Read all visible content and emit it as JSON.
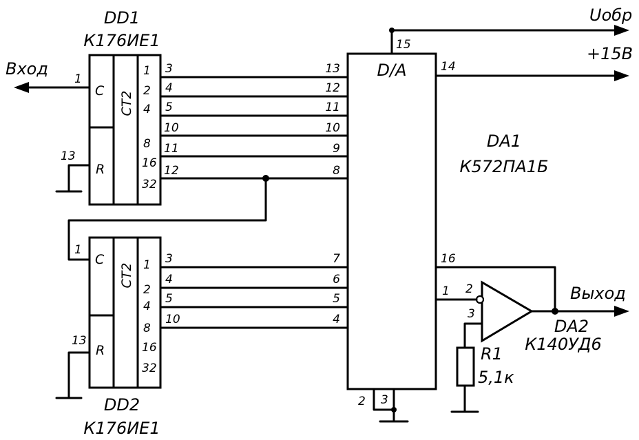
{
  "labels": {
    "input": "Вход",
    "output": "Выход",
    "vref": "Uобр",
    "supply": "+15В",
    "da1_func": "D/A",
    "ct2": "CT2",
    "c": "C",
    "r": "R"
  },
  "dd1": {
    "ref": "DD1",
    "part": "К176ИЕ1",
    "in_pins": [
      "1",
      "13"
    ],
    "out_labels": [
      "1",
      "2",
      "4",
      "8",
      "16",
      "32"
    ],
    "out_pins": [
      "3",
      "4",
      "5",
      "10",
      "11",
      "12"
    ]
  },
  "dd2": {
    "ref": "DD2",
    "part": "К176ИЕ1",
    "in_pins": [
      "1",
      "13"
    ],
    "out_labels": [
      "1",
      "2",
      "4",
      "8",
      "16",
      "32"
    ],
    "out_pins": [
      "3",
      "4",
      "5",
      "10"
    ]
  },
  "da1": {
    "ref": "DA1",
    "part": "К572ПА1Б",
    "in_pins_top": [
      "13",
      "12",
      "11",
      "10",
      "9",
      "8"
    ],
    "in_pins_bottom": [
      "7",
      "6",
      "5",
      "4"
    ],
    "pin_vref": "15",
    "pin_supply": "14",
    "pin_fb": "16",
    "pin_out": "1",
    "gnd_pins": [
      "2",
      "3"
    ]
  },
  "da2": {
    "ref": "DA2",
    "part": "К140УД6",
    "pin_inv": "2",
    "pin_noninv": "3"
  },
  "r1": {
    "ref": "R1",
    "value": "5,1к"
  }
}
